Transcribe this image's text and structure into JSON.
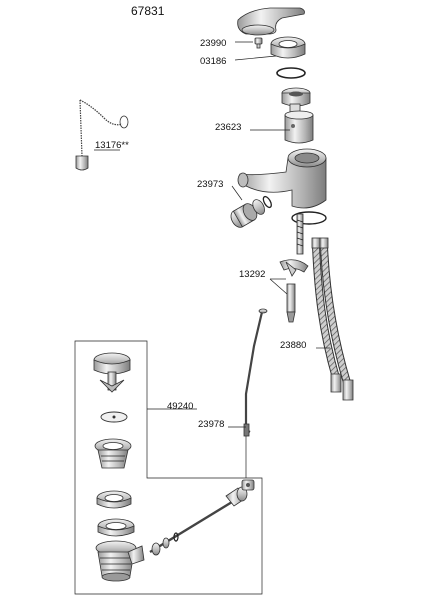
{
  "title": "67831",
  "parts": {
    "p23990": "23990",
    "p03186": "03186",
    "p13176": "13176**",
    "p23623": "23623",
    "p23973": "23973",
    "p13292": "13292",
    "p23880": "23880",
    "p49240": "49240",
    "p23978": "23978"
  }
}
